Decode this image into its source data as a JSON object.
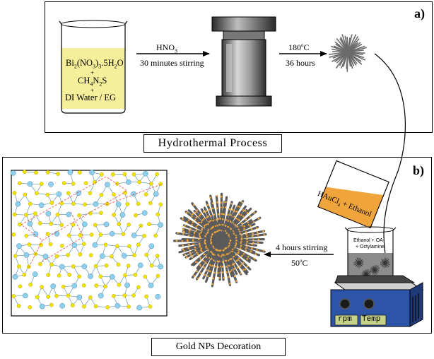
{
  "panels": {
    "a": {
      "label": "a)",
      "caption": "Hydrothermal Process"
    },
    "b": {
      "label": "b)",
      "caption": "Gold NPs Decoration"
    }
  },
  "precursors": {
    "line1": "Bi",
    "line1_sub1": "2",
    "line1_mid": "(NO",
    "line1_sub2": "3",
    "line1_mid2": ")",
    "line1_sub3": "3",
    "line1_end": ".5H",
    "line1_sub4": "2",
    "line1_tail": "O",
    "plus": "+",
    "line2a": "CH",
    "line2_sub1": "4",
    "line2b": "N",
    "line2_sub2": "2",
    "line2c": "S",
    "line3": "DI Water / EG"
  },
  "step1": {
    "reagent": "HNO",
    "reagent_sub": "3",
    "condition": "30 minutes stirring"
  },
  "step2": {
    "temperature": "180",
    "temp_unit": "o",
    "temp_c": "C",
    "duration": "36 hours"
  },
  "step3": {
    "condition": "4 hours stirring",
    "temperature": "50",
    "temp_unit": "o",
    "temp_c": "C"
  },
  "pour_beaker": {
    "text_a": "HAuCl",
    "text_sub": "4",
    "text_b": " + Ethanol"
  },
  "reaction_beaker": {
    "line1": "Ethanol + OA",
    "line2": "+ Octylamine"
  },
  "hotplate": {
    "rpm_label": "rpm",
    "temp_label": "Temp"
  },
  "colors": {
    "solution_yellow": "#f5ee9a",
    "orange": "#f0a43c",
    "gray_solution": "#8c8c8c",
    "hotplate_blue": "#2d54a6",
    "display_green": "#c6d28a",
    "atom_yellow": "#f2e400",
    "atom_blue": "#8fd0ee"
  }
}
